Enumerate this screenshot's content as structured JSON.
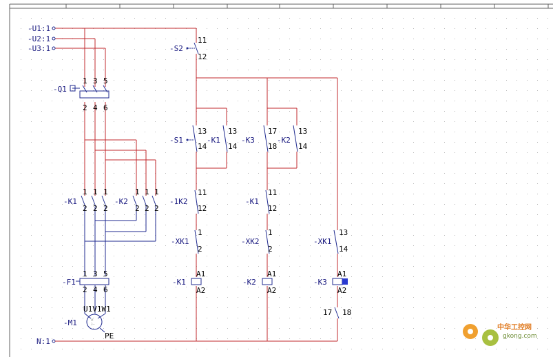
{
  "colors": {
    "wire_red": "#c0282d",
    "wire_blue": "#1f2a8f",
    "label": "#1a1a80",
    "pin": "#000000",
    "grid_dot": "#b8b8b8",
    "frame": "#606060"
  },
  "supply": {
    "u1": "-U1:1",
    "u2": "-U2:1",
    "u3": "-U3:1",
    "n": "N:1"
  },
  "devices": {
    "q1": {
      "tag": "-Q1",
      "top": [
        "1",
        "3",
        "5"
      ],
      "bottom": [
        "2",
        "4",
        "6"
      ]
    },
    "k1_main": {
      "tag": "-K1",
      "pins": [
        "1",
        "1",
        "1",
        "2",
        "2",
        "2"
      ]
    },
    "k2_main": {
      "tag": "-K2",
      "pins": [
        "1",
        "1",
        "1",
        "2",
        "2",
        "2"
      ]
    },
    "f1": {
      "tag": "-F1",
      "top": [
        "1",
        "3",
        "5"
      ],
      "bottom": [
        "2",
        "4",
        "6"
      ]
    },
    "m1": {
      "tag": "-M1",
      "terms": "U1V1W1",
      "pe": "PE"
    },
    "s2": {
      "tag": "-S2",
      "p1": "11",
      "p2": "12"
    },
    "s1": {
      "tag": "-S1",
      "p1": "13",
      "p2": "14"
    },
    "k1_aux": {
      "tag": "-K1",
      "p1": "13",
      "p2": "14"
    },
    "k3_aux": {
      "tag": "-K3",
      "p1": "17",
      "p2": "18"
    },
    "k2_aux": {
      "tag": "-K2",
      "p1": "13",
      "p2": "14"
    },
    "k2_nc": {
      "tag": "-1K2",
      "p1": "11",
      "p2": "12"
    },
    "k1_nc": {
      "tag": "-K1",
      "p1": "11",
      "p2": "12"
    },
    "xk1_a": {
      "tag": "-XK1",
      "p1": "1",
      "p2": "2"
    },
    "xk2": {
      "tag": "-XK2",
      "p1": "1",
      "p2": "2"
    },
    "xk1_b": {
      "tag": "-XK1",
      "p1": "13",
      "p2": "14"
    },
    "k1_coil": {
      "tag": "-K1",
      "p1": "A1",
      "p2": "A2"
    },
    "k2_coil": {
      "tag": "-K2",
      "p1": "A1",
      "p2": "A2"
    },
    "k3_coil": {
      "tag": "-K3",
      "p1": "A1",
      "p2": "A2"
    },
    "k3_timer": {
      "p1": "17",
      "p2": "18"
    }
  },
  "watermark": {
    "line1": "中华工控网",
    "line2": "gkong.com"
  }
}
